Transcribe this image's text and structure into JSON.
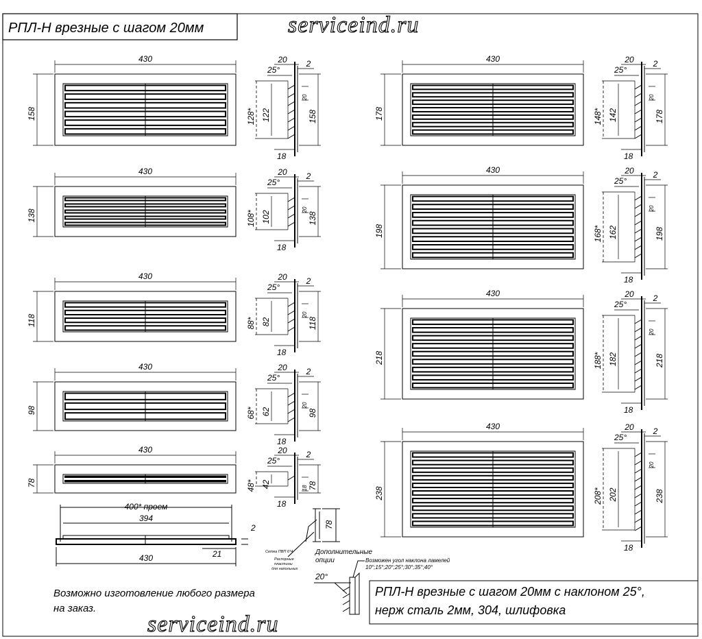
{
  "title": "РПЛ-Н врезные с шагом 20мм",
  "watermark": "serviceind.ru",
  "panel_width": "430",
  "left_units": [
    {
      "height": "158",
      "inner": "122",
      "open": "128*",
      "slats": 6
    },
    {
      "height": "138",
      "inner": "102",
      "open": "108*",
      "slats": 5
    },
    {
      "height": "118",
      "inner": "82",
      "open": "88*",
      "slats": 4
    },
    {
      "height": "98",
      "inner": "62",
      "open": "68*",
      "slats": 3
    },
    {
      "height": "78",
      "inner": "42",
      "open": "48*",
      "slats": 2
    }
  ],
  "right_units": [
    {
      "height": "178",
      "inner": "142",
      "open": "148*",
      "slats": 7
    },
    {
      "height": "198",
      "inner": "162",
      "open": "168*",
      "slats": 8
    },
    {
      "height": "218",
      "inner": "182",
      "open": "188*",
      "slats": 9
    },
    {
      "height": "238",
      "inner": "202",
      "open": "208*",
      "slats": 10
    }
  ],
  "profile": {
    "frame_depth": "20",
    "frame_thickness": "2",
    "angle": "25°",
    "pitch": "20",
    "pitch_small": "18",
    "lip": "18"
  },
  "bottom_view": {
    "opening": "400* проем",
    "inner": "394",
    "total": "430",
    "edge": "21",
    "thickness": "2"
  },
  "options": {
    "height": "78",
    "seal": "Сетка ПВП 6*4",
    "plates_line1": "Распорные",
    "plates_line2": "пластины",
    "plates_line3": "для напольных",
    "caption_line1": "Дополнительные",
    "caption_line2": "опции",
    "angle": "20°",
    "angle_note_line1": "Возможен угол наклона ламелей",
    "angle_note_line2": "10°;15°;20°;25°;30°;35°;40°"
  },
  "note_line1": "Возможно изготовление любого размера",
  "note_line2": "на заказ.",
  "description_line1": "РПЛ-Н врезные с шагом 20мм с наклоном 25°,",
  "description_line2": "нерж сталь 2мм, 304, шлифовка"
}
